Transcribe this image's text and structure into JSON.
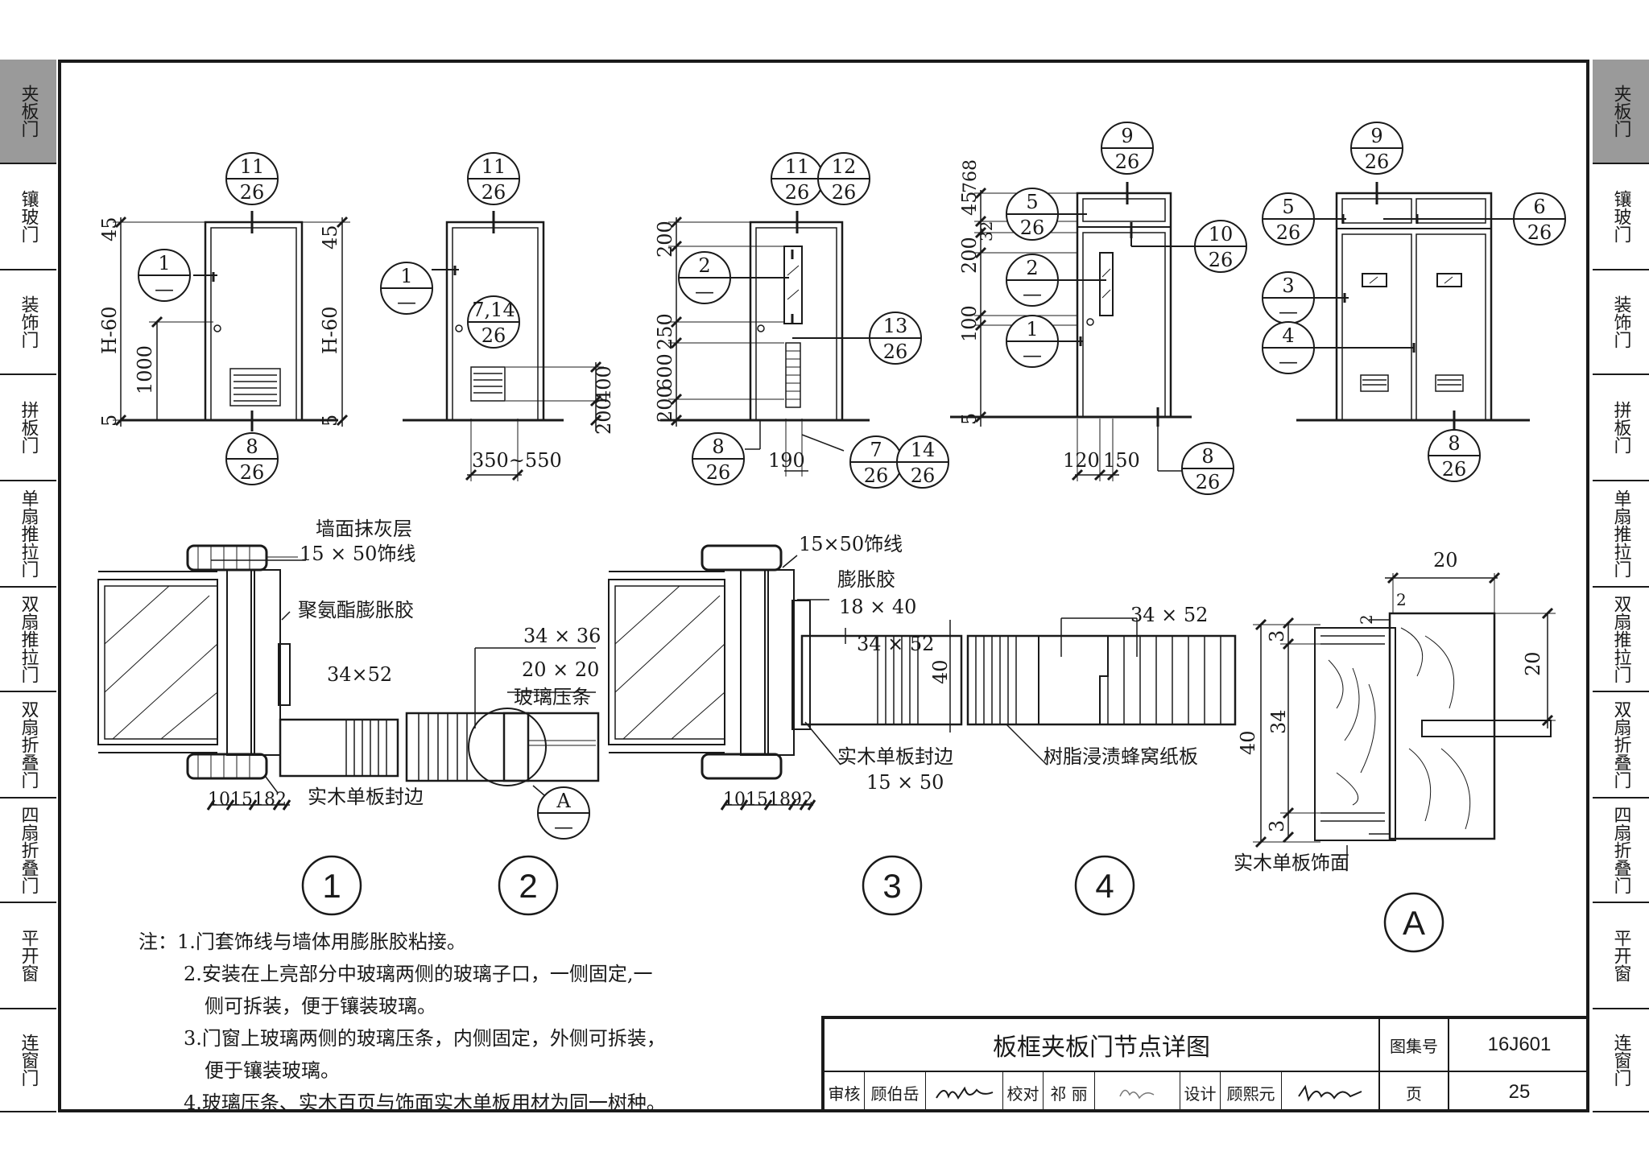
{
  "side_tabs_left": [
    "夹板门",
    "镶玻门",
    "装饰门",
    "拼板门",
    "单扇推拉门",
    "双扇推拉门",
    "双扇折叠门",
    "四扇折叠门",
    "平开窗",
    "连窗门"
  ],
  "side_tabs_right": [
    "夹板门",
    "镶玻门",
    "装饰门",
    "拼板门",
    "单扇推拉门",
    "双扇推拉门",
    "双扇折叠门",
    "四扇折叠门",
    "平开窗",
    "连窗门"
  ],
  "active_tab": "夹板门",
  "elevations": {
    "e1": {
      "top_ref": [
        "11",
        "26"
      ],
      "bottom_ref": [
        "8",
        "26"
      ],
      "left_ref": [
        "1",
        "—"
      ],
      "dims_v": [
        "45",
        "H-60",
        "1000",
        "5"
      ],
      "dims_v_right": [
        "45",
        "H-60",
        "5"
      ]
    },
    "e2": {
      "top_ref": [
        "11",
        "26"
      ],
      "left_ref": [
        "1",
        "—"
      ],
      "center_ref": [
        "7,14",
        "26"
      ],
      "dims_right": [
        "400",
        "200"
      ],
      "dim_bottom": "350~550"
    },
    "e3": {
      "top_refs": [
        [
          "11",
          "26"
        ],
        [
          "12",
          "26"
        ]
      ],
      "left_ref": [
        "2",
        "—"
      ],
      "right_ref": [
        "13",
        "26"
      ],
      "dims_v": [
        "200",
        "250",
        "600",
        "200"
      ],
      "dim_bottom": "190",
      "bottom_refs": [
        [
          "8",
          "26"
        ],
        [
          "7",
          "26"
        ],
        [
          "14",
          "26"
        ]
      ]
    },
    "e4": {
      "top_ref": [
        "9",
        "26"
      ],
      "left_refs": [
        [
          "5",
          "26"
        ],
        [
          "2",
          "—"
        ],
        [
          "1",
          "—"
        ]
      ],
      "right_ref": [
        "10",
        "26"
      ],
      "dims_v": [
        "45",
        "768",
        "32",
        "200",
        "100",
        "5"
      ],
      "dim_bottom": [
        "120",
        "150"
      ],
      "bottom_ref": [
        "8",
        "26"
      ]
    },
    "e5": {
      "top_ref": [
        "9",
        "26"
      ],
      "left_refs": [
        [
          "5",
          "26"
        ],
        [
          "3",
          "—"
        ],
        [
          "4",
          "—"
        ]
      ],
      "right_ref": [
        "6",
        "26"
      ],
      "bottom_ref": [
        "8",
        "26"
      ]
    }
  },
  "details": {
    "d1": {
      "labels": [
        "墙面抹灰层",
        "15 × 50饰线",
        "聚氨酯膨胀胶",
        "34×52",
        "实木单板封边"
      ],
      "dims": [
        "10",
        "15",
        "18",
        "2"
      ]
    },
    "d2": {
      "labels": [
        "34 × 36",
        "20 × 20",
        "玻璃压条"
      ],
      "ref": [
        "A",
        "—"
      ]
    },
    "d3": {
      "labels": [
        "15×50饰线",
        "膨胀胶",
        "18 × 40",
        "34 × 52",
        "40",
        "实木单板封边",
        "15 × 50"
      ],
      "dims": [
        "10",
        "15",
        "18",
        "9",
        "2"
      ]
    },
    "d4": {
      "labels": [
        "34 × 52",
        "树脂浸渍蜂窝纸板"
      ]
    },
    "dA": {
      "labels": [
        "20",
        "2",
        "2",
        "20",
        "3",
        "34",
        "40",
        "3",
        "实木单板饰面"
      ]
    },
    "circles": [
      "1",
      "2",
      "3",
      "4",
      "A"
    ]
  },
  "notes": {
    "prefix": "注：",
    "lines": [
      "1.门套饰线与墙体用膨胀胶粘接。",
      "2.安装在上亮部分中玻璃两侧的玻璃子口，一侧固定,一",
      "侧可拆装，便于镶装玻璃。",
      "3.门窗上玻璃两侧的玻璃压条，内侧固定，外侧可拆装，",
      "便于镶装玻璃。",
      "4.玻璃压条、实木百页与饰面实木单板用材为同一树种。"
    ]
  },
  "title_block": {
    "title": "板框夹板门节点详图",
    "atlas_label": "图集号",
    "atlas_no": "16J601",
    "page_label": "页",
    "page_no": "25",
    "review_label": "审核",
    "reviewer": "顾伯岳",
    "check_label": "校对",
    "checker": "祁 丽",
    "design_label": "设计",
    "designer": "顾熙元"
  }
}
